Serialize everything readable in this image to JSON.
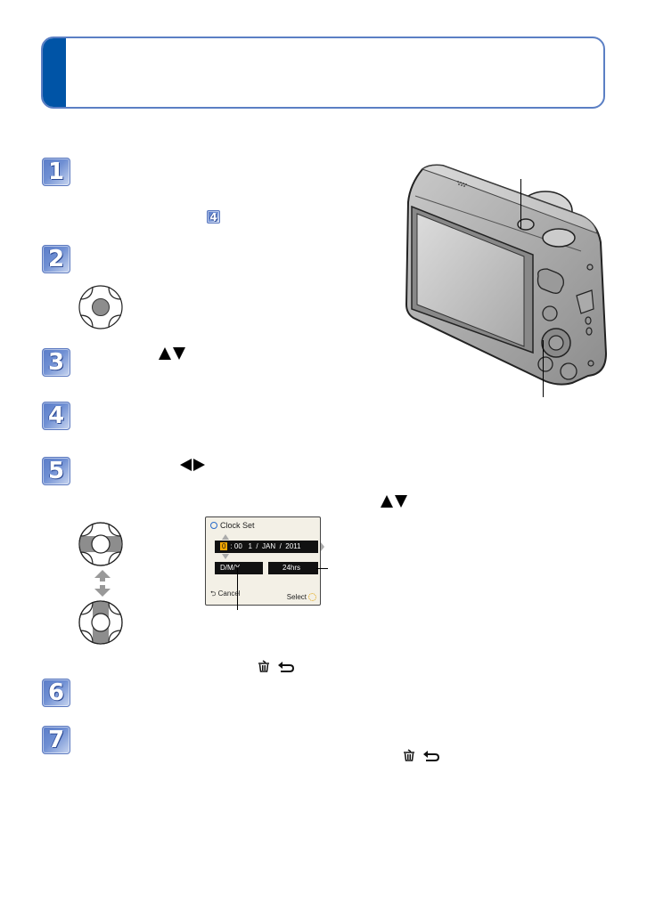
{
  "header": {
    "title": "",
    "accent_color": "#0054a6",
    "border_color": "#5b7fc4"
  },
  "steps": [
    {
      "number": "1",
      "text": ""
    },
    {
      "number": "2",
      "text": ""
    },
    {
      "number": "3",
      "text": ""
    },
    {
      "number": "4",
      "text": ""
    },
    {
      "number": "5",
      "text": ""
    },
    {
      "number": "6",
      "text": ""
    },
    {
      "number": "7",
      "text": ""
    }
  ],
  "inline_refs": {
    "step1_ref_badge": "4"
  },
  "icons": {
    "step3_arrows": "up-down-arrows",
    "step5_arrows": "left-right-arrows",
    "step5_sub_arrows": "up-down-arrows",
    "step5_cancel_icons": [
      "trash-icon",
      "return-icon"
    ],
    "step7_cancel_icons": [
      "trash-icon",
      "return-icon"
    ]
  },
  "clock_screen": {
    "title": "Clock Set",
    "hour_value": "0",
    "date_rest": ": 00   1  /  JAN  /  2011",
    "date_format": "D/M/Y",
    "time_format": "24hrs",
    "cancel_label": "Cancel",
    "select_label": "Select",
    "highlight_color": "#f5a800"
  },
  "camera_illustration": {
    "callouts": [
      "top-button",
      "cursor-button"
    ]
  }
}
